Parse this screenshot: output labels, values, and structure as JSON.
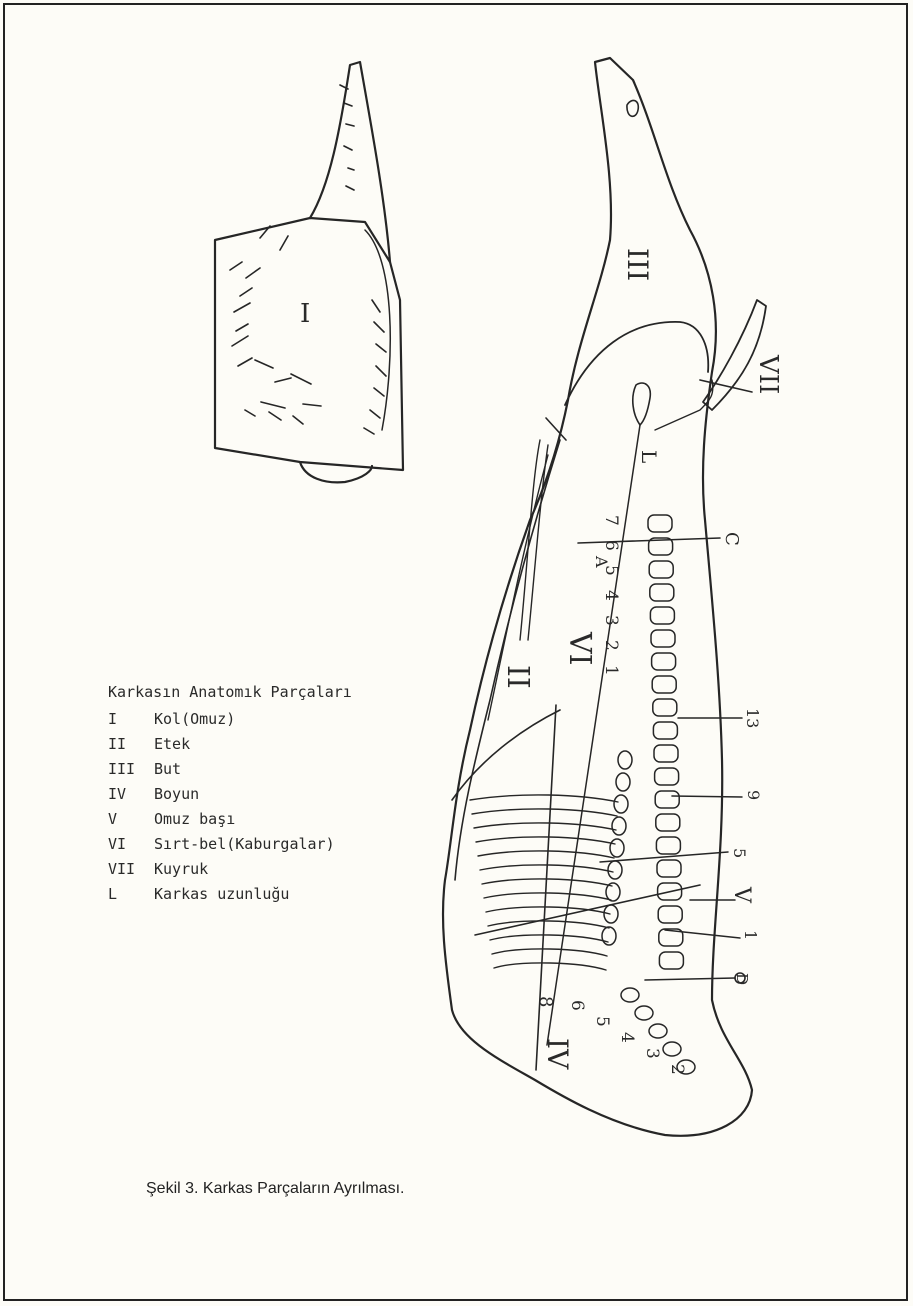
{
  "legend": {
    "title": "Karkasın Anatomık Parçaları",
    "items": [
      {
        "code": "I",
        "name": "Kol(Omuz)"
      },
      {
        "code": "II",
        "name": "Etek"
      },
      {
        "code": "III",
        "name": "But"
      },
      {
        "code": "IV",
        "name": "Boyun"
      },
      {
        "code": "V",
        "name": "Omuz başı"
      },
      {
        "code": "VI",
        "name": "Sırt-bel(Kaburgalar)"
      },
      {
        "code": "VII",
        "name": "Kuyruk"
      },
      {
        "code": "L",
        "name": "Karkas uzunluğu"
      }
    ]
  },
  "caption": "Şekil 3. Karkas Parçaların Ayrılması.",
  "diagram_labels": {
    "I": "I",
    "II": "II",
    "III": "III",
    "IV": "IV",
    "V": "V",
    "VI": "VI",
    "VII": "VII",
    "L": "L",
    "A": "A",
    "C": "C",
    "D": "D",
    "n13": "13",
    "n9": "9",
    "n5": "5",
    "n1": "1",
    "lumbar": [
      "7",
      "6",
      "5",
      "4",
      "3",
      "2",
      "1"
    ],
    "neck": [
      "6",
      "5",
      "4",
      "3",
      "2"
    ],
    "thoracic_8": "8"
  }
}
